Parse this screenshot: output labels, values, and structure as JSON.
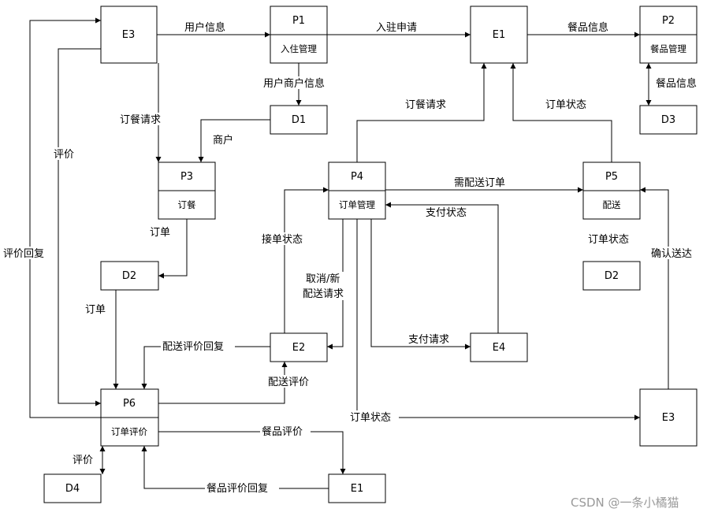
{
  "nodes": {
    "e3_top": "E3",
    "p1_id": "P1",
    "p1_name": "入住管理",
    "e1_top": "E1",
    "p2_id": "P2",
    "p2_name": "餐品管理",
    "d1": "D1",
    "d3": "D3",
    "p3_id": "P3",
    "p3_name": "订餐",
    "p4_id": "P4",
    "p4_name": "订单管理",
    "p5_id": "P5",
    "p5_name": "配送",
    "d2_left": "D2",
    "d2_right": "D2",
    "e2": "E2",
    "e4": "E4",
    "p6_id": "P6",
    "p6_name": "订单评价",
    "e3_bottom": "E3",
    "d4": "D4",
    "e1_bottom": "E1"
  },
  "flows": {
    "user_info": "用户信息",
    "settle_request": "入驻申请",
    "meal_info_top": "餐品信息",
    "user_merchant_info": "用户商户信息",
    "meal_info_side": "餐品信息",
    "order_request_e3": "订餐请求",
    "evaluation": "评价",
    "merchant": "商户",
    "order_request_p4": "订餐请求",
    "order_status_p5": "订单状态",
    "needs_delivery": "需配送订单",
    "payment_status": "支付状态",
    "order_p3": "订单",
    "accept_status": "接单状态",
    "order_status_mid": "订单状态",
    "confirm_delivered": "确认送达",
    "evaluation_reply": "评价回复",
    "cancel_new_line1": "取消/新",
    "cancel_new_line2": "配送请求",
    "order_d2": "订单",
    "delivery_reply": "配送评价回复",
    "payment_request": "支付请求",
    "delivery_eval": "配送评价",
    "order_status_bottom": "订单状态",
    "meal_eval": "餐品评价",
    "eval_d4": "评价",
    "meal_eval_reply": "餐品评价回复"
  },
  "watermark": "CSDN @一条小橘猫"
}
